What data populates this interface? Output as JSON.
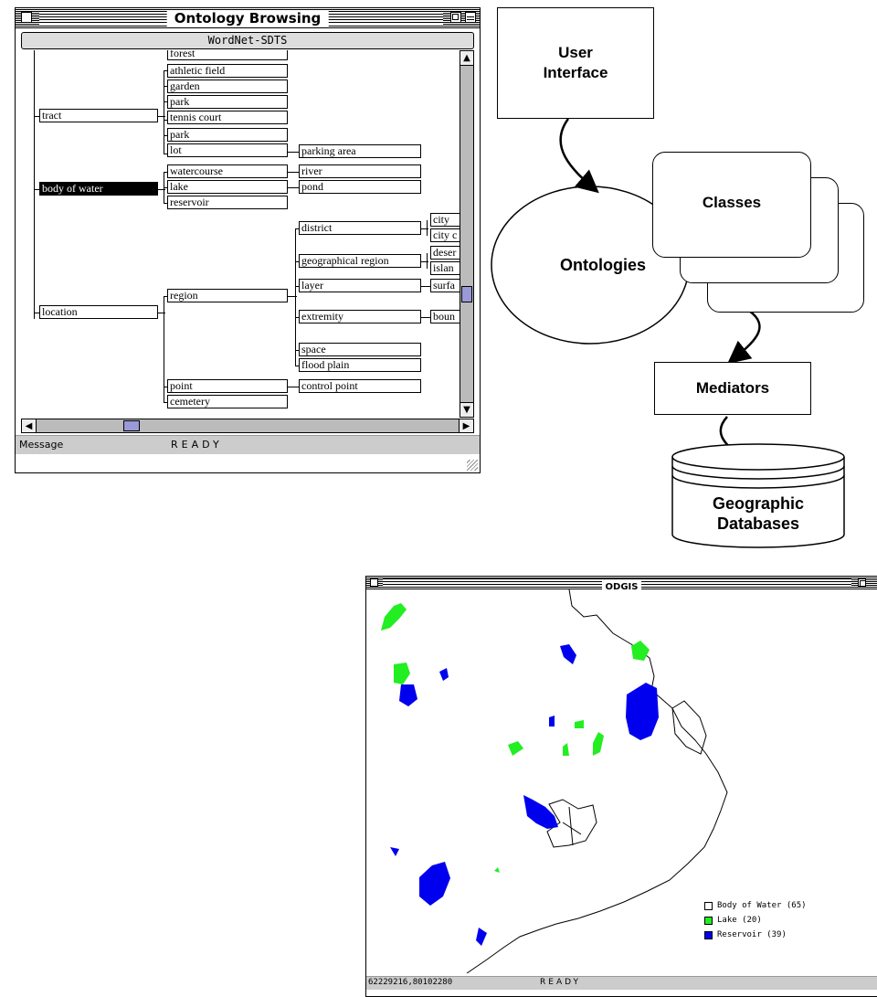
{
  "ontology_window": {
    "title": "Ontology Browsing",
    "header": "WordNet-SDTS",
    "status_label": "Message",
    "status_text": "READY",
    "nodes": {
      "tract": "tract",
      "body_of_water": "body of water",
      "location": "location",
      "forest": "forest",
      "athletic_field": "athletic field",
      "garden": "garden",
      "park1": "park",
      "tennis_court": "tennis court",
      "park2": "park",
      "lot": "lot",
      "parking_area": "parking area",
      "watercourse": "watercourse",
      "lake": "lake",
      "reservoir": "reservoir",
      "river": "river",
      "pond": "pond",
      "region": "region",
      "point": "point",
      "cemetery": "cemetery",
      "district": "district",
      "geographical_region": "geographical region",
      "layer": "layer",
      "extremity": "extremity",
      "space": "space",
      "flood_plain": "flood plain",
      "control_point": "control point",
      "city": "city",
      "city_c": "city c",
      "desert": "deser",
      "island": "islan",
      "surface": "surfa",
      "boundary": "boun"
    }
  },
  "architecture": {
    "user_interface": "User\nInterface",
    "ontologies": "Ontologies",
    "classes": "Classes",
    "mediators": "Mediators",
    "databases": "Geographic\nDatabases"
  },
  "odgis_window": {
    "title": "ODGIS",
    "coords": "62229216,80102280",
    "status_text": "READY",
    "legend": [
      {
        "label": "Body of Water (65)",
        "color": "#ffffff"
      },
      {
        "label": "Lake (20)",
        "color": "#22ee22"
      },
      {
        "label": "Reservoir (39)",
        "color": "#0000ee"
      }
    ]
  }
}
